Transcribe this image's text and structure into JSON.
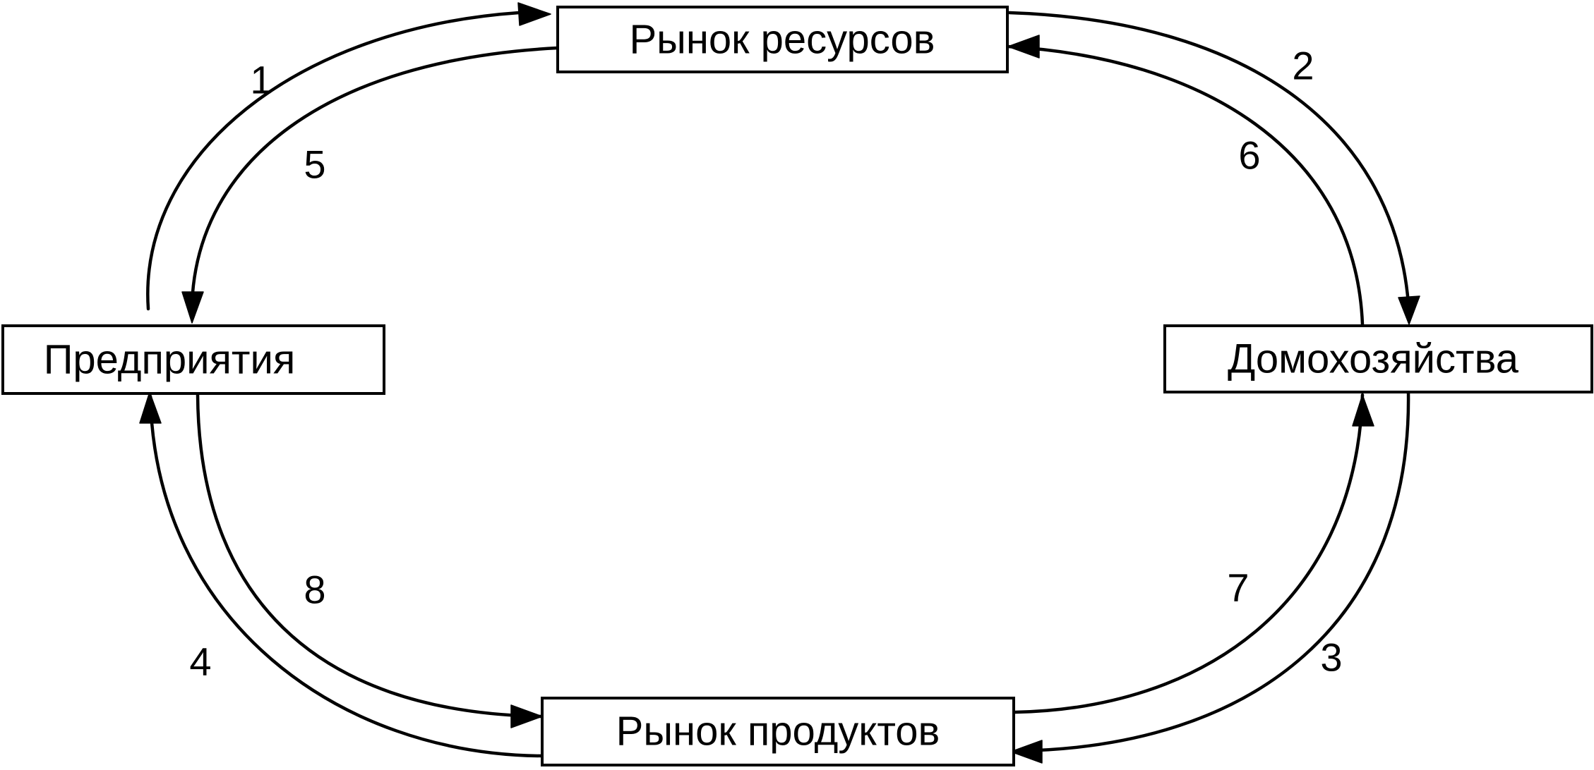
{
  "nodes": {
    "resource_market": "Рынок ресурсов",
    "households": "Домохозяйства",
    "product_market": "Рынок продуктов",
    "firms": "Предприятия"
  },
  "flow_labels": {
    "f1": "1",
    "f2": "2",
    "f3": "3",
    "f4": "4",
    "f5": "5",
    "f6": "6",
    "f7": "7",
    "f8": "8"
  }
}
